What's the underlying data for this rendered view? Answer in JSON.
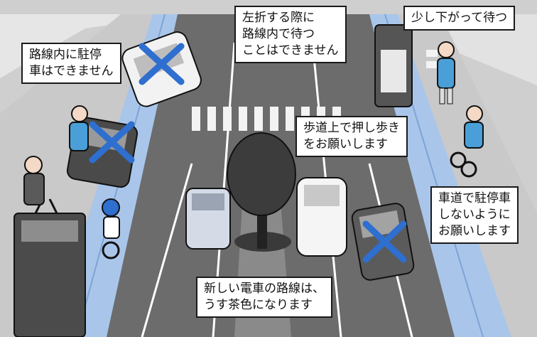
{
  "notes": {
    "no_stopping": [
      "路線内に駐停",
      "車はできません"
    ],
    "left_turn": [
      "左折する際に",
      "路線内で待つ",
      "ことはできません"
    ],
    "wait_back": [
      "少し下がって待つ"
    ],
    "walk_bike": [
      "歩道上で押し歩き",
      "をお願いします"
    ],
    "no_parking": [
      "車道で駐停車",
      "しないように",
      "お願いします"
    ],
    "new_line": [
      "新しい電車の路線は、",
      "うす茶色になります"
    ]
  },
  "colors": {
    "tram_lane": "#a9c6ea",
    "road": "#6e6e6e",
    "sidewalk": "#c8c8c8",
    "prohibit_mark": "#2e6fcf"
  },
  "icons": [
    "prohibit-x-icon"
  ]
}
